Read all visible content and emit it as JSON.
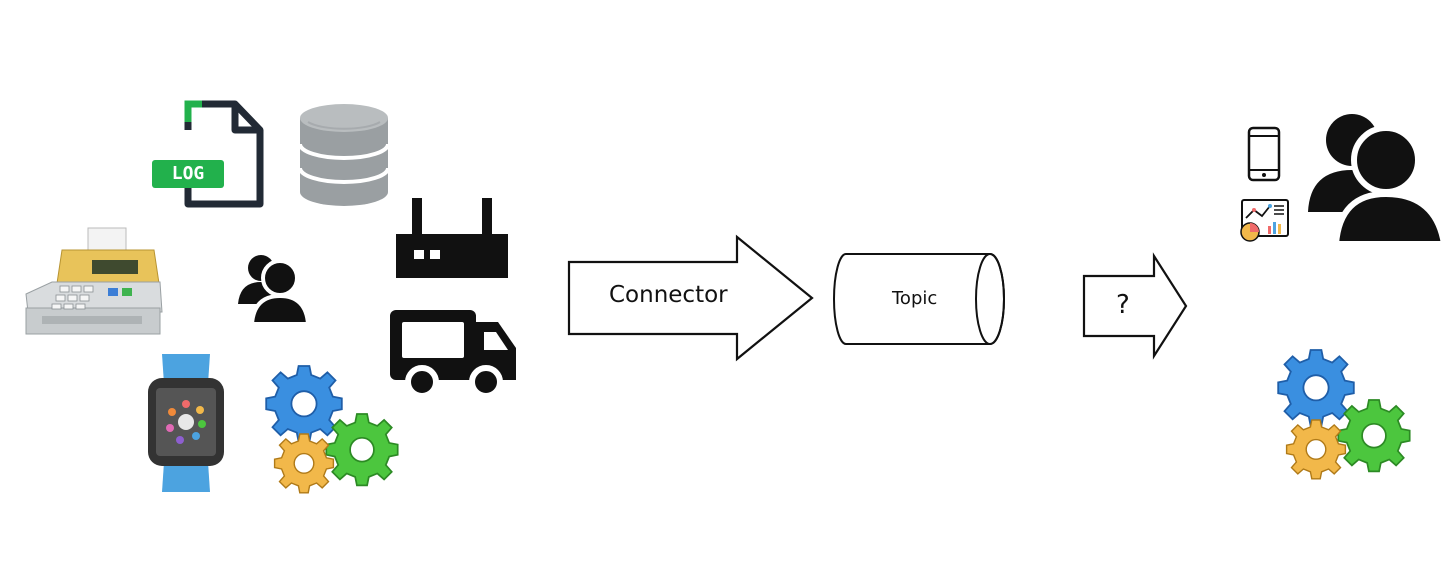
{
  "sources": {
    "log_file": {
      "badge": "LOG",
      "icon": "log-file-icon"
    },
    "database": {
      "icon": "database-icon"
    },
    "cash_register": {
      "icon": "cash-register-icon"
    },
    "users": {
      "icon": "users-icon"
    },
    "router": {
      "icon": "router-icon"
    },
    "truck": {
      "icon": "truck-icon"
    },
    "smartwatch": {
      "icon": "smartwatch-icon"
    },
    "gears": {
      "icon": "gears-icon"
    }
  },
  "connector_arrow": {
    "label": "Connector"
  },
  "topic": {
    "label": "Topic"
  },
  "unknown_arrow": {
    "label": "?"
  },
  "consumers": {
    "phone": {
      "icon": "smartphone-icon"
    },
    "dashboard": {
      "icon": "analytics-dashboard-icon"
    },
    "users": {
      "icon": "users-icon"
    },
    "gears": {
      "icon": "gears-icon"
    }
  },
  "colors": {
    "log_badge": "#22b14c",
    "db_gray": "#9a9fa2",
    "watch_band": "#4ca3e0",
    "gear_blue": "#3a8fe0",
    "gear_green": "#4cc63e",
    "gear_yellow": "#f2b84a",
    "ink": "#111111"
  }
}
